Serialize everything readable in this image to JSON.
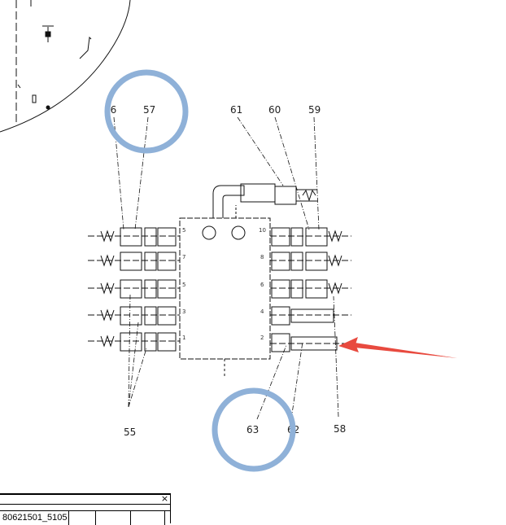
{
  "diagram": {
    "callouts": {
      "c56": "56",
      "c57": "57",
      "c61": "61",
      "c60": "60",
      "c59": "59",
      "c55": "55",
      "c63": "63",
      "c62": "62",
      "c58": "58"
    },
    "port_numbers": {
      "left": [
        "5",
        "7",
        "5",
        "3",
        "1"
      ],
      "right": [
        "10",
        "8",
        "6",
        "4",
        "2"
      ]
    },
    "highlight_color": "#8FB1D8",
    "arrow_color": "#E84A3F"
  },
  "title_block": {
    "close_icon": "×",
    "part_number": "80621501_5105"
  }
}
